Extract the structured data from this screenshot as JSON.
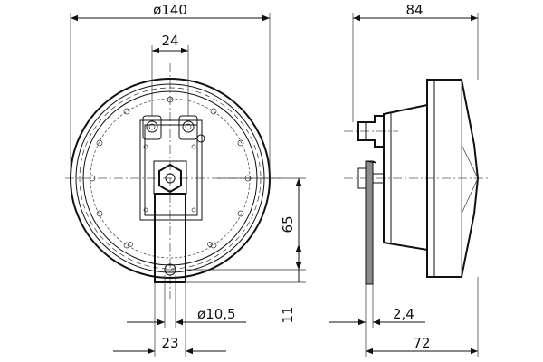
{
  "drawing": {
    "dimensions": {
      "diameter": "ø140",
      "mount_spacing": "24",
      "depth": "84",
      "height_65": "65",
      "height_11": "11",
      "hole_diameter": "ø10,5",
      "bracket_width": "23",
      "bracket_thickness": "2,4",
      "offset_72": "72"
    }
  }
}
